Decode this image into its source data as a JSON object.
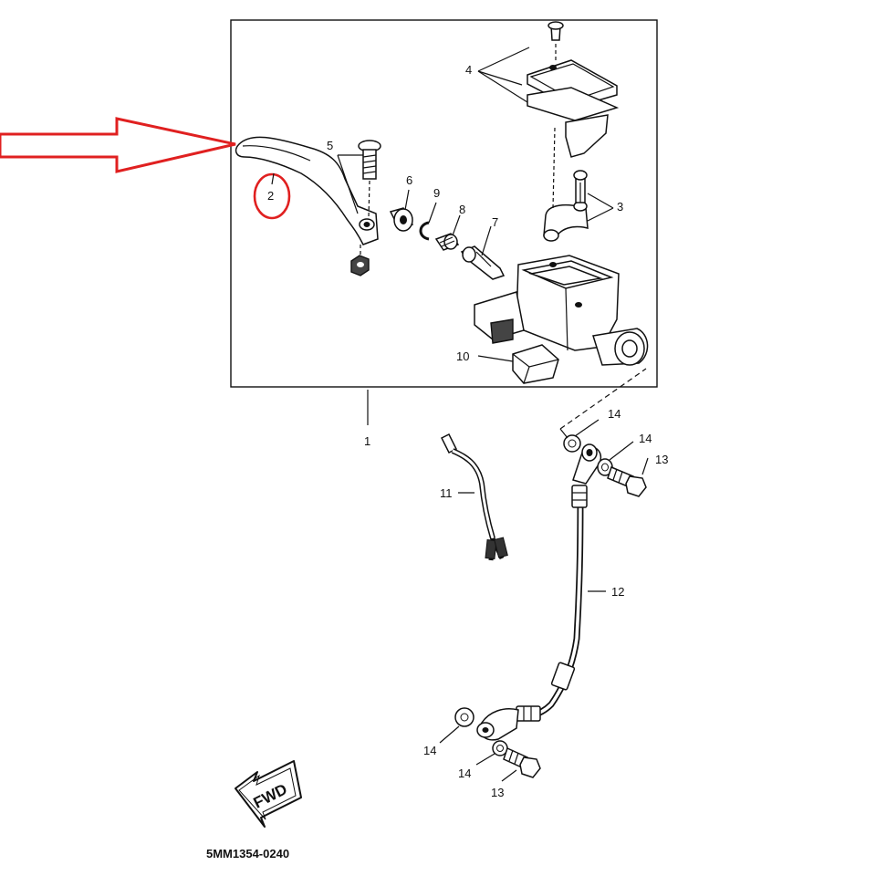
{
  "diagram": {
    "drawing_code": "5MM1354-0240",
    "direction_label": "FWD",
    "highlight_color": "#e02020",
    "ink_color": "#111111",
    "callouts": {
      "p1": "1",
      "p2": "2",
      "p3": "3",
      "p4": "4",
      "p5": "5",
      "p6": "6",
      "p7": "7",
      "p8": "8",
      "p9": "9",
      "p10": "10",
      "p11": "11",
      "p12": "12",
      "p13a": "13",
      "p13b": "13",
      "p14a": "14",
      "p14b": "14",
      "p14c": "14",
      "p14d": "14"
    }
  }
}
